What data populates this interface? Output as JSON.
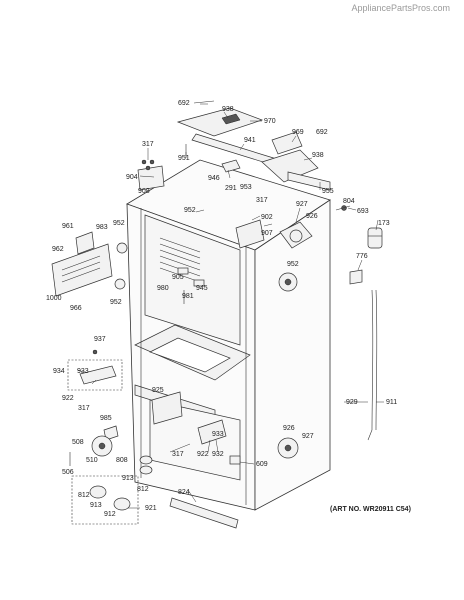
{
  "watermark": "AppliancePartsPros.com",
  "art_number": "(ART NO. WR20911 C54)",
  "callouts": [
    "692",
    "938",
    "970",
    "317",
    "941",
    "969",
    "692",
    "951",
    "938",
    "904",
    "946",
    "291",
    "953",
    "955",
    "908",
    "804",
    "693",
    "952",
    "317",
    "927",
    "902",
    "926",
    "961",
    "952",
    "983",
    "173",
    "907",
    "962",
    "952",
    "776",
    "905",
    "980",
    "945",
    "981",
    "1000",
    "952",
    "966",
    "937",
    "934",
    "933",
    "922",
    "317",
    "929",
    "911",
    "925",
    "985",
    "933",
    "926",
    "927",
    "508",
    "317",
    "922",
    "932",
    "510",
    "609",
    "506",
    "808",
    "913",
    "812",
    "812",
    "913",
    "921",
    "912",
    "824"
  ]
}
